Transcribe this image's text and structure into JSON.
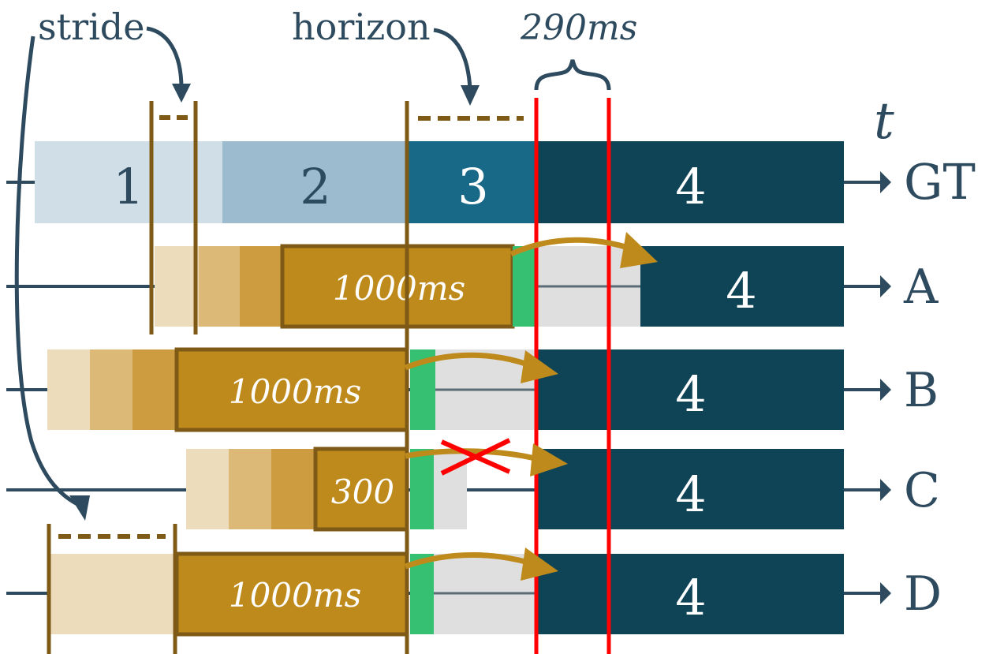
{
  "annotations": {
    "stride": "stride",
    "horizon": "horizon",
    "latency": "290ms",
    "time_axis": "t"
  },
  "gt": {
    "label": "GT",
    "segments": [
      "1",
      "2",
      "3",
      "4"
    ]
  },
  "rows": [
    {
      "label": "A",
      "window": "1000ms",
      "target": "4"
    },
    {
      "label": "B",
      "window": "1000ms",
      "target": "4"
    },
    {
      "label": "C",
      "window": "300",
      "target": "4"
    },
    {
      "label": "D",
      "window": "1000ms",
      "target": "4"
    }
  ],
  "colors": {
    "gt_1": "#cfdee7",
    "gt_2": "#9dbbce",
    "gt_3": "#186987",
    "gt_4": "#0f4457",
    "window": "#be8a1b",
    "window_border": "#7f5a16",
    "history_light": "#eddcbb",
    "history_mid": "#ddb978",
    "history_dark": "#cd9c41",
    "compute": "#35c171",
    "pending": "#dfdfdf",
    "marker": "#ff0000",
    "text": "#2e4a5e"
  }
}
